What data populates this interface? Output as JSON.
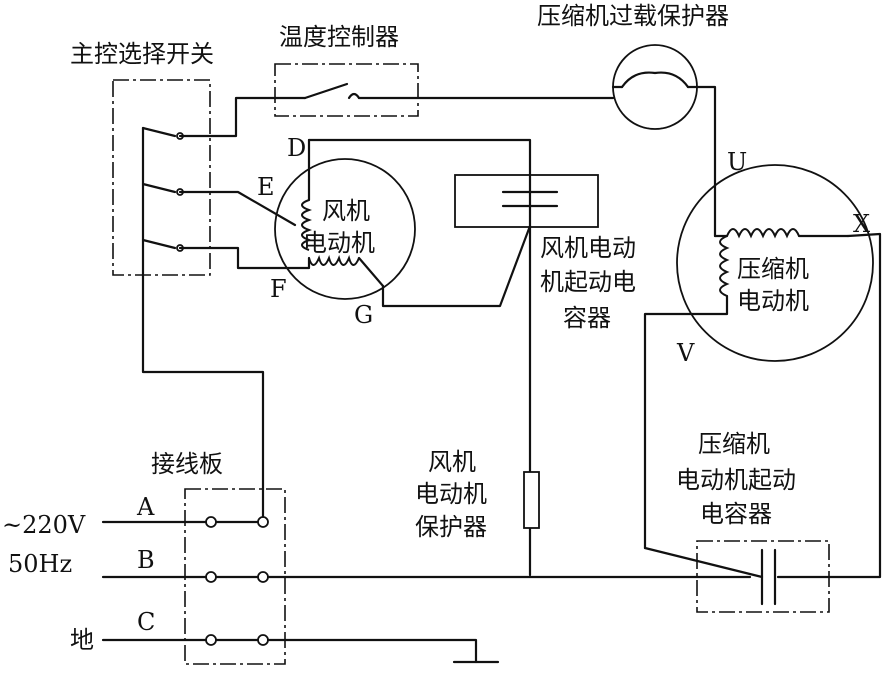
{
  "labels": {
    "main_switch": "主控选择开关",
    "thermostat": "温度控制器",
    "overload": "压缩机过载保护器",
    "fan_motor_l1": "风机",
    "fan_motor_l2": "电动机",
    "fan_cap_l1": "风机电动",
    "fan_cap_l2": "机起动电",
    "fan_cap_l3": "容器",
    "comp_motor_l1": "压缩机",
    "comp_motor_l2": "电动机",
    "terminal_board": "接线板",
    "fan_prot_l1": "风机",
    "fan_prot_l2": "电动机",
    "fan_prot_l3": "保护器",
    "comp_cap_l1": "压缩机",
    "comp_cap_l2": "电动机起动",
    "comp_cap_l3": "电容器",
    "voltage": "~220V",
    "frequency": "50Hz",
    "ground": "地"
  },
  "terminals": {
    "D": "D",
    "E": "E",
    "F": "F",
    "G": "G",
    "U": "U",
    "V": "V",
    "X": "X",
    "A": "A",
    "B": "B",
    "C": "C"
  }
}
